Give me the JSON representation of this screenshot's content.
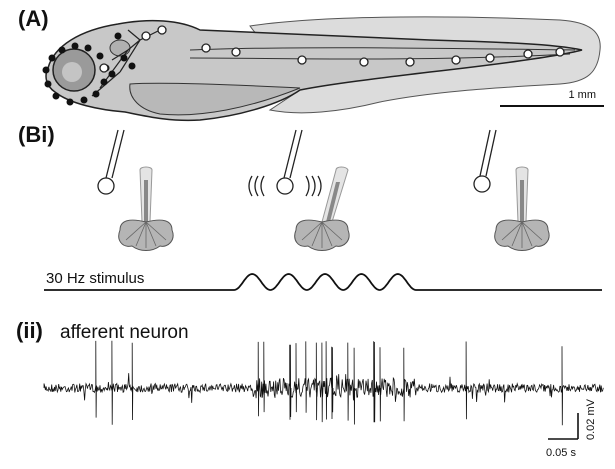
{
  "panel_a": {
    "label": "(A)",
    "scale_bar_label": "1 mm"
  },
  "panel_bi": {
    "label": "(Bi)",
    "stimulus_label": "30 Hz stimulus"
  },
  "panel_ii": {
    "label": "(ii)",
    "title": "afferent neuron",
    "time_scale_label": "0.05 s",
    "voltage_scale_label": "0.02 mV"
  },
  "colors": {
    "fish_body": "#c8c8c8",
    "fin": "#dcdcdc",
    "outline": "#222222",
    "neuromast_dot": "#111111",
    "hair_bundle": "#888888"
  }
}
